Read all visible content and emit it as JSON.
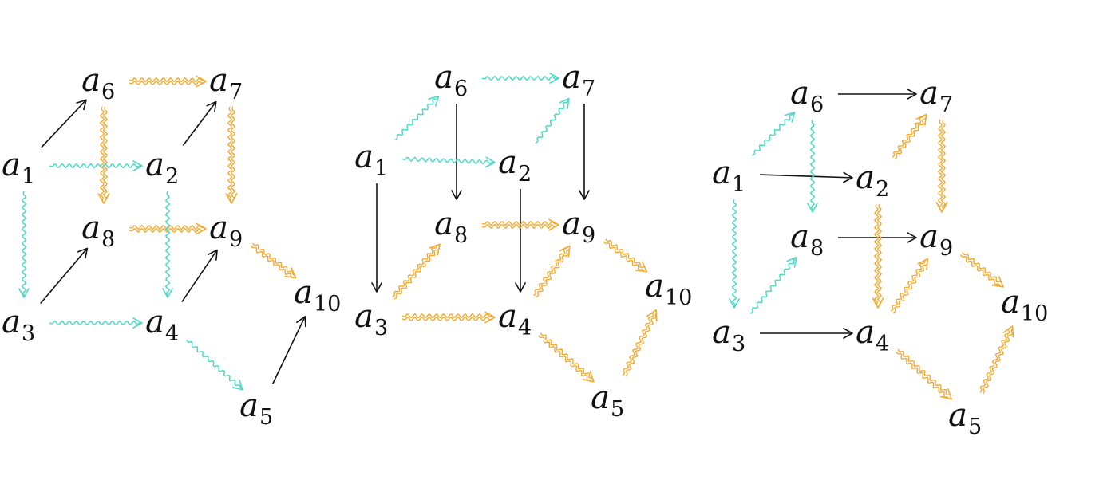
{
  "colors": {
    "solid": "#111111",
    "cyan": "#4dd9c6",
    "orange": "#f3a932"
  },
  "diagrams": [
    {
      "nodes": [
        {
          "id": "a1",
          "base": "a",
          "sub": "1"
        },
        {
          "id": "a2",
          "base": "a",
          "sub": "2"
        },
        {
          "id": "a3",
          "base": "a",
          "sub": "3"
        },
        {
          "id": "a4",
          "base": "a",
          "sub": "4"
        },
        {
          "id": "a5",
          "base": "a",
          "sub": "5"
        },
        {
          "id": "a6",
          "base": "a",
          "sub": "6"
        },
        {
          "id": "a7",
          "base": "a",
          "sub": "7"
        },
        {
          "id": "a8",
          "base": "a",
          "sub": "8"
        },
        {
          "id": "a9",
          "base": "a",
          "sub": "9"
        },
        {
          "id": "a10",
          "base": "a",
          "sub": "10"
        }
      ],
      "edges": [
        {
          "from": "a1",
          "to": "a6",
          "style": "solid"
        },
        {
          "from": "a2",
          "to": "a7",
          "style": "solid"
        },
        {
          "from": "a3",
          "to": "a8",
          "style": "solid"
        },
        {
          "from": "a4",
          "to": "a9",
          "style": "solid"
        },
        {
          "from": "a5",
          "to": "a10",
          "style": "solid"
        },
        {
          "from": "a6",
          "to": "a7",
          "style": "orange-double-wavy"
        },
        {
          "from": "a6",
          "to": "a8",
          "style": "orange-double-wavy"
        },
        {
          "from": "a7",
          "to": "a9",
          "style": "orange-double-wavy"
        },
        {
          "from": "a8",
          "to": "a9",
          "style": "orange-double-wavy"
        },
        {
          "from": "a9",
          "to": "a10",
          "style": "orange-double-wavy"
        },
        {
          "from": "a1",
          "to": "a2",
          "style": "cyan-wavy"
        },
        {
          "from": "a1",
          "to": "a3",
          "style": "cyan-wavy"
        },
        {
          "from": "a2",
          "to": "a4",
          "style": "cyan-wavy"
        },
        {
          "from": "a3",
          "to": "a4",
          "style": "cyan-wavy"
        },
        {
          "from": "a4",
          "to": "a5",
          "style": "cyan-wavy"
        }
      ]
    },
    {
      "nodes": [
        {
          "id": "a1",
          "base": "a",
          "sub": "1"
        },
        {
          "id": "a2",
          "base": "a",
          "sub": "2"
        },
        {
          "id": "a3",
          "base": "a",
          "sub": "3"
        },
        {
          "id": "a4",
          "base": "a",
          "sub": "4"
        },
        {
          "id": "a5",
          "base": "a",
          "sub": "5"
        },
        {
          "id": "a6",
          "base": "a",
          "sub": "6"
        },
        {
          "id": "a7",
          "base": "a",
          "sub": "7"
        },
        {
          "id": "a8",
          "base": "a",
          "sub": "8"
        },
        {
          "id": "a9",
          "base": "a",
          "sub": "9"
        },
        {
          "id": "a10",
          "base": "a",
          "sub": "10"
        }
      ],
      "edges": [
        {
          "from": "a6",
          "to": "a8",
          "style": "solid"
        },
        {
          "from": "a7",
          "to": "a9",
          "style": "solid"
        },
        {
          "from": "a1",
          "to": "a3",
          "style": "solid"
        },
        {
          "from": "a2",
          "to": "a4",
          "style": "solid"
        },
        {
          "from": "a6",
          "to": "a7",
          "style": "cyan-wavy"
        },
        {
          "from": "a1",
          "to": "a6",
          "style": "cyan-wavy"
        },
        {
          "from": "a2",
          "to": "a7",
          "style": "cyan-wavy"
        },
        {
          "from": "a1",
          "to": "a2",
          "style": "cyan-wavy"
        },
        {
          "from": "a8",
          "to": "a9",
          "style": "orange-double-wavy"
        },
        {
          "from": "a3",
          "to": "a8",
          "style": "orange-double-wavy"
        },
        {
          "from": "a4",
          "to": "a9",
          "style": "orange-double-wavy"
        },
        {
          "from": "a3",
          "to": "a4",
          "style": "orange-double-wavy"
        },
        {
          "from": "a9",
          "to": "a10",
          "style": "orange-double-wavy"
        },
        {
          "from": "a4",
          "to": "a5",
          "style": "orange-double-wavy"
        },
        {
          "from": "a5",
          "to": "a10",
          "style": "orange-double-wavy"
        }
      ]
    },
    {
      "nodes": [
        {
          "id": "a1",
          "base": "a",
          "sub": "1"
        },
        {
          "id": "a2",
          "base": "a",
          "sub": "2"
        },
        {
          "id": "a3",
          "base": "a",
          "sub": "3"
        },
        {
          "id": "a4",
          "base": "a",
          "sub": "4"
        },
        {
          "id": "a5",
          "base": "a",
          "sub": "5"
        },
        {
          "id": "a6",
          "base": "a",
          "sub": "6"
        },
        {
          "id": "a7",
          "base": "a",
          "sub": "7"
        },
        {
          "id": "a8",
          "base": "a",
          "sub": "8"
        },
        {
          "id": "a9",
          "base": "a",
          "sub": "9"
        },
        {
          "id": "a10",
          "base": "a",
          "sub": "10"
        }
      ],
      "edges": [
        {
          "from": "a6",
          "to": "a7",
          "style": "solid"
        },
        {
          "from": "a1",
          "to": "a2",
          "style": "solid"
        },
        {
          "from": "a8",
          "to": "a9",
          "style": "solid"
        },
        {
          "from": "a3",
          "to": "a4",
          "style": "solid"
        },
        {
          "from": "a1",
          "to": "a6",
          "style": "cyan-wavy"
        },
        {
          "from": "a6",
          "to": "a8",
          "style": "cyan-wavy"
        },
        {
          "from": "a1",
          "to": "a3",
          "style": "cyan-wavy"
        },
        {
          "from": "a3",
          "to": "a8",
          "style": "cyan-wavy"
        },
        {
          "from": "a2",
          "to": "a7",
          "style": "orange-double-wavy"
        },
        {
          "from": "a7",
          "to": "a9",
          "style": "orange-double-wavy"
        },
        {
          "from": "a2",
          "to": "a4",
          "style": "orange-double-wavy"
        },
        {
          "from": "a4",
          "to": "a9",
          "style": "orange-double-wavy"
        },
        {
          "from": "a9",
          "to": "a10",
          "style": "orange-double-wavy"
        },
        {
          "from": "a4",
          "to": "a5",
          "style": "orange-double-wavy"
        },
        {
          "from": "a5",
          "to": "a10",
          "style": "orange-double-wavy"
        }
      ]
    }
  ]
}
